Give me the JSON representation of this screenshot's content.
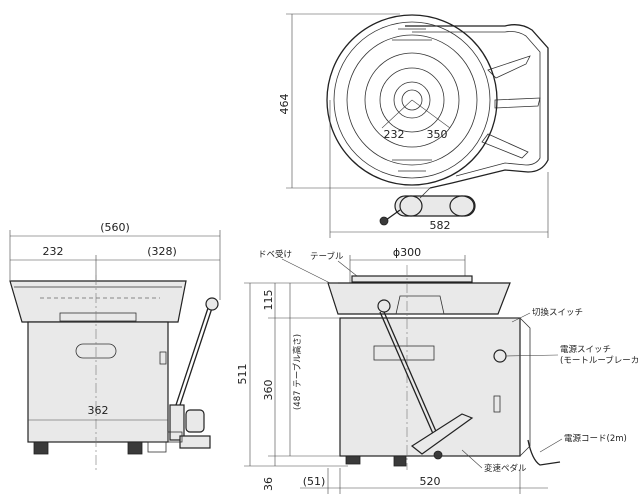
{
  "top_view": {
    "dim_depth": "464",
    "dim_width": "582",
    "dim_inner_radius": "232",
    "dim_outer_radius": "350"
  },
  "front_view": {
    "dim_total": "(560)",
    "dim_left": "232",
    "dim_right": "(328)",
    "dim_body": "362"
  },
  "side_view": {
    "dim_table_dia": "ϕ300",
    "dim_total_height": "511",
    "dim_upper": "115",
    "dim_middle": "360",
    "dim_table_height": "(487 テーブル高さ)",
    "dim_bottom": "36",
    "dim_offset": "(51)",
    "dim_width": "520"
  },
  "labels": {
    "dobe_uke": "ドベ受け",
    "table": "テーブル",
    "kirikae_switch": "切換スイッチ",
    "power_switch": "電源スイッチ",
    "breaker": "(モートルーブレーカ)",
    "power_cord": "電源コード(2m)",
    "speed_pedal": "変速ペダル"
  }
}
